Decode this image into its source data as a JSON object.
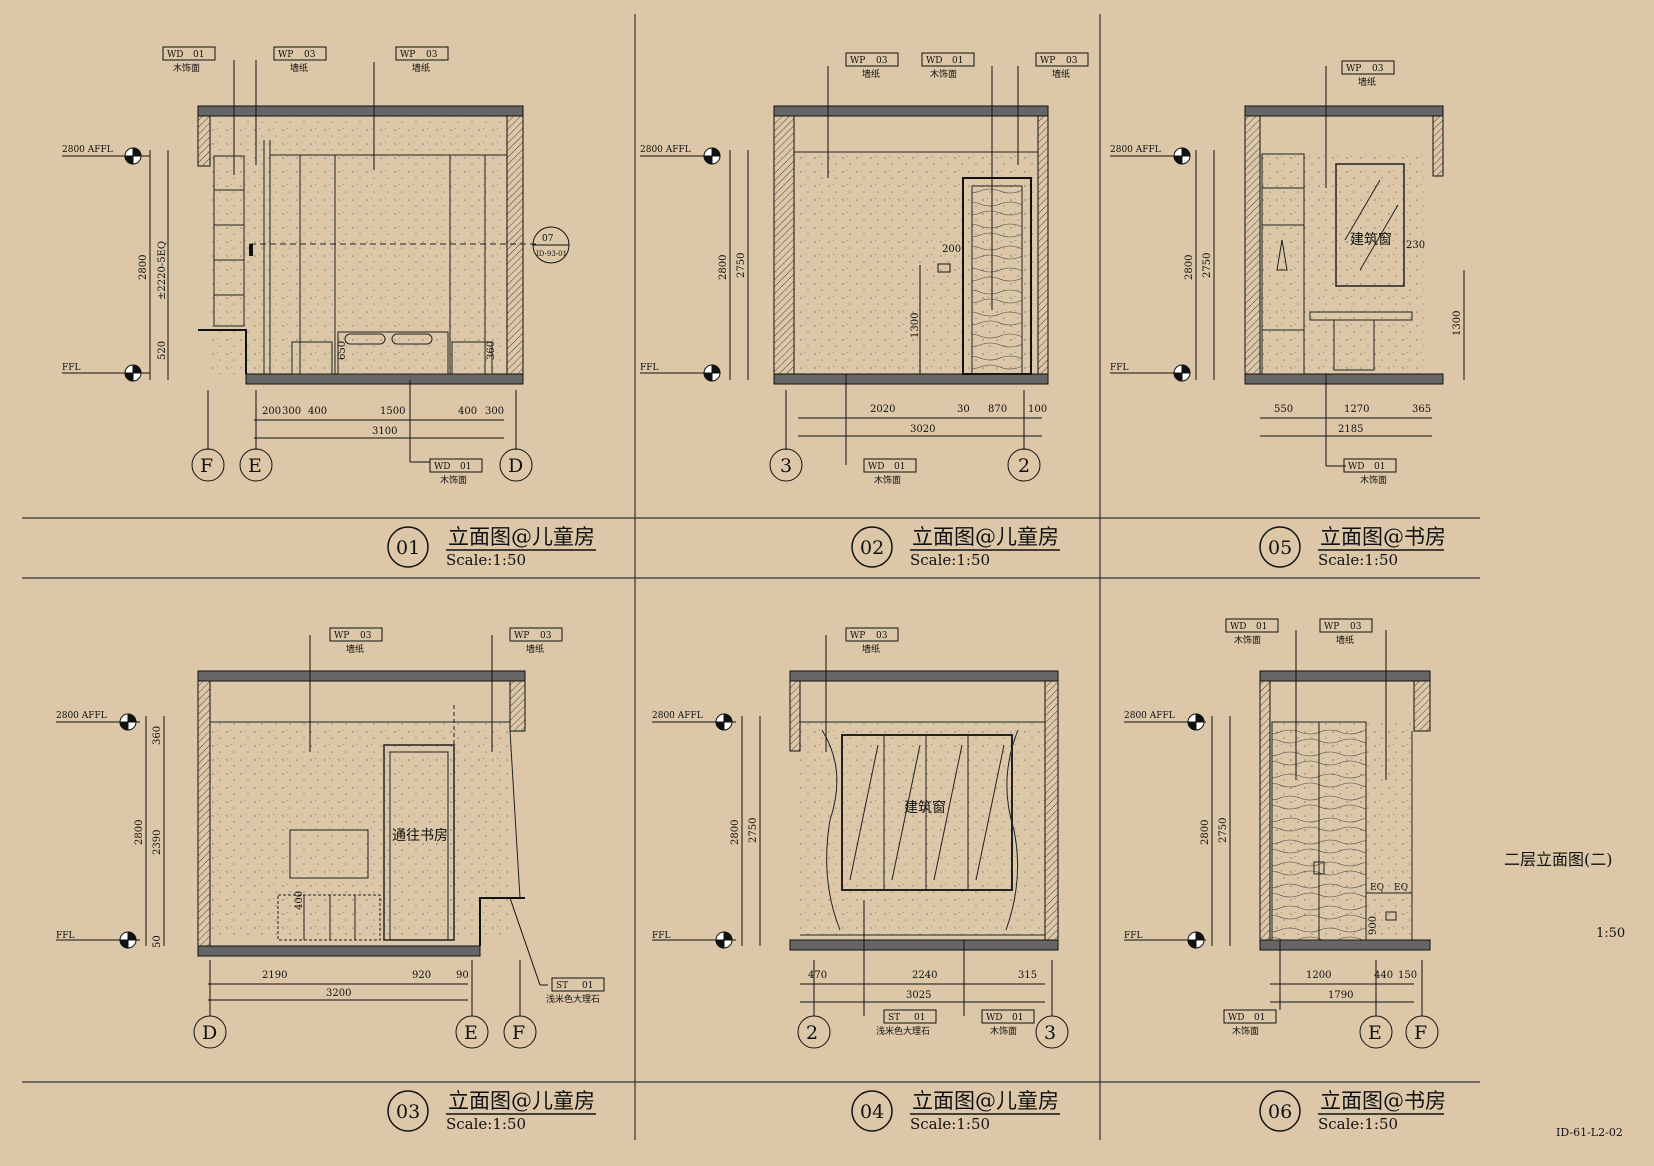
{
  "sheet": {
    "side_title": "二层立面图(二)",
    "side_scale": "1:50",
    "drawing_no": "ID-61-L2-02"
  },
  "common": {
    "level_top": "2800 AFFL",
    "level_floor": "FFL"
  },
  "views": [
    {
      "num": "01",
      "title": "立面图@儿童房",
      "scale": "Scale:1:50",
      "grid": [
        "F",
        "E",
        "D"
      ],
      "tags": [
        {
          "code": "WD",
          "no": "01",
          "label": "木饰面"
        },
        {
          "code": "WP",
          "no": "03",
          "label": "墙纸"
        },
        {
          "code": "WP",
          "no": "03",
          "label": "墙纸"
        },
        {
          "code": "WD",
          "no": "01",
          "label": "木饰面"
        }
      ],
      "dims_h": [
        "200",
        "300",
        "400",
        "1500",
        "400",
        "300"
      ],
      "dim_total": "3100",
      "dims_v": [
        "2800",
        "±2220-5EQ",
        "520",
        "650",
        "360"
      ],
      "ref": {
        "num": "07",
        "sheet": "ID-93-01"
      }
    },
    {
      "num": "02",
      "title": "立面图@儿童房",
      "scale": "Scale:1:50",
      "grid": [
        "3",
        "2"
      ],
      "tags": [
        {
          "code": "WP",
          "no": "03",
          "label": "墙纸"
        },
        {
          "code": "WD",
          "no": "01",
          "label": "木饰面"
        },
        {
          "code": "WP",
          "no": "03",
          "label": "墙纸"
        },
        {
          "code": "WD",
          "no": "01",
          "label": "木饰面"
        }
      ],
      "dims_h": [
        "2020",
        "30",
        "870",
        "100"
      ],
      "dim_total": "3020",
      "dims_v": [
        "2800",
        "2750",
        "1300",
        "200"
      ]
    },
    {
      "num": "05",
      "title": "立面图@书房",
      "scale": "Scale:1:50",
      "grid": [],
      "tags": [
        {
          "code": "WP",
          "no": "03",
          "label": "墙纸"
        },
        {
          "code": "WD",
          "no": "01",
          "label": "木饰面"
        }
      ],
      "dims_h": [
        "550",
        "1270",
        "365"
      ],
      "dim_total": "2185",
      "dims_v": [
        "2800",
        "2750",
        "1300",
        "230"
      ],
      "window": "建筑窗"
    },
    {
      "num": "03",
      "title": "立面图@儿童房",
      "scale": "Scale:1:50",
      "grid": [
        "D",
        "E",
        "F"
      ],
      "tags": [
        {
          "code": "WP",
          "no": "03",
          "label": "墙纸"
        },
        {
          "code": "WP",
          "no": "03",
          "label": "墙纸"
        },
        {
          "code": "ST",
          "no": "01",
          "label": "浅米色大理石"
        }
      ],
      "dims_h": [
        "2190",
        "920",
        "90"
      ],
      "dim_total": "3200",
      "dims_v": [
        "360",
        "2800",
        "2390",
        "50",
        "400"
      ],
      "door": "通往书房"
    },
    {
      "num": "04",
      "title": "立面图@儿童房",
      "scale": "Scale:1:50",
      "grid": [
        "2",
        "3"
      ],
      "tags": [
        {
          "code": "WP",
          "no": "03",
          "label": "墙纸"
        },
        {
          "code": "ST",
          "no": "01",
          "label": "浅米色大理石"
        },
        {
          "code": "WD",
          "no": "01",
          "label": "木饰面"
        }
      ],
      "dims_h": [
        "470",
        "2240",
        "315"
      ],
      "dim_total": "3025",
      "dims_v": [
        "2800",
        "2750"
      ],
      "window": "建筑窗"
    },
    {
      "num": "06",
      "title": "立面图@书房",
      "scale": "Scale:1:50",
      "grid": [
        "E",
        "F"
      ],
      "tags": [
        {
          "code": "WD",
          "no": "01",
          "label": "木饰面"
        },
        {
          "code": "WP",
          "no": "03",
          "label": "墙纸"
        },
        {
          "code": "WD",
          "no": "01",
          "label": "木饰面"
        }
      ],
      "dims_h": [
        "1200",
        "440",
        "150"
      ],
      "dim_total": "1790",
      "dims_v": [
        "2800",
        "2750",
        "900"
      ],
      "eq": "EQ"
    }
  ]
}
